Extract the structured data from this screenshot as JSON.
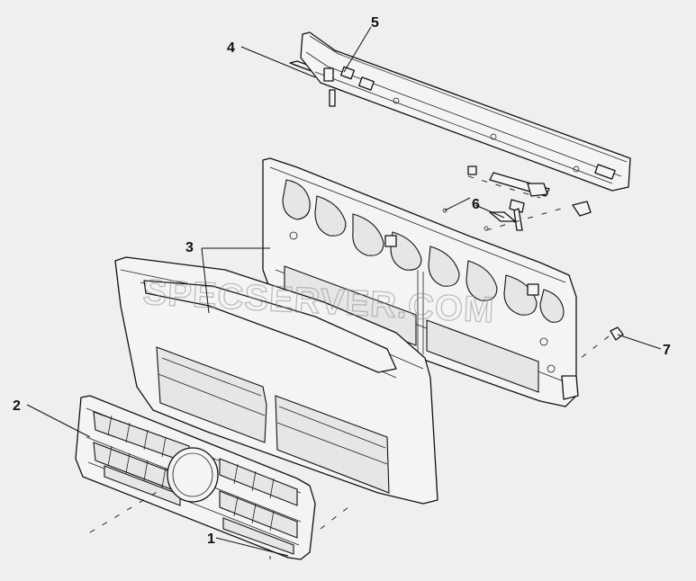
{
  "diagram": {
    "callouts": {
      "c1": "1",
      "c2": "2",
      "c3": "3",
      "c4": "4",
      "c5": "5",
      "c6": "6",
      "c7": "7"
    },
    "watermark": "SPECSERVER.COM"
  }
}
